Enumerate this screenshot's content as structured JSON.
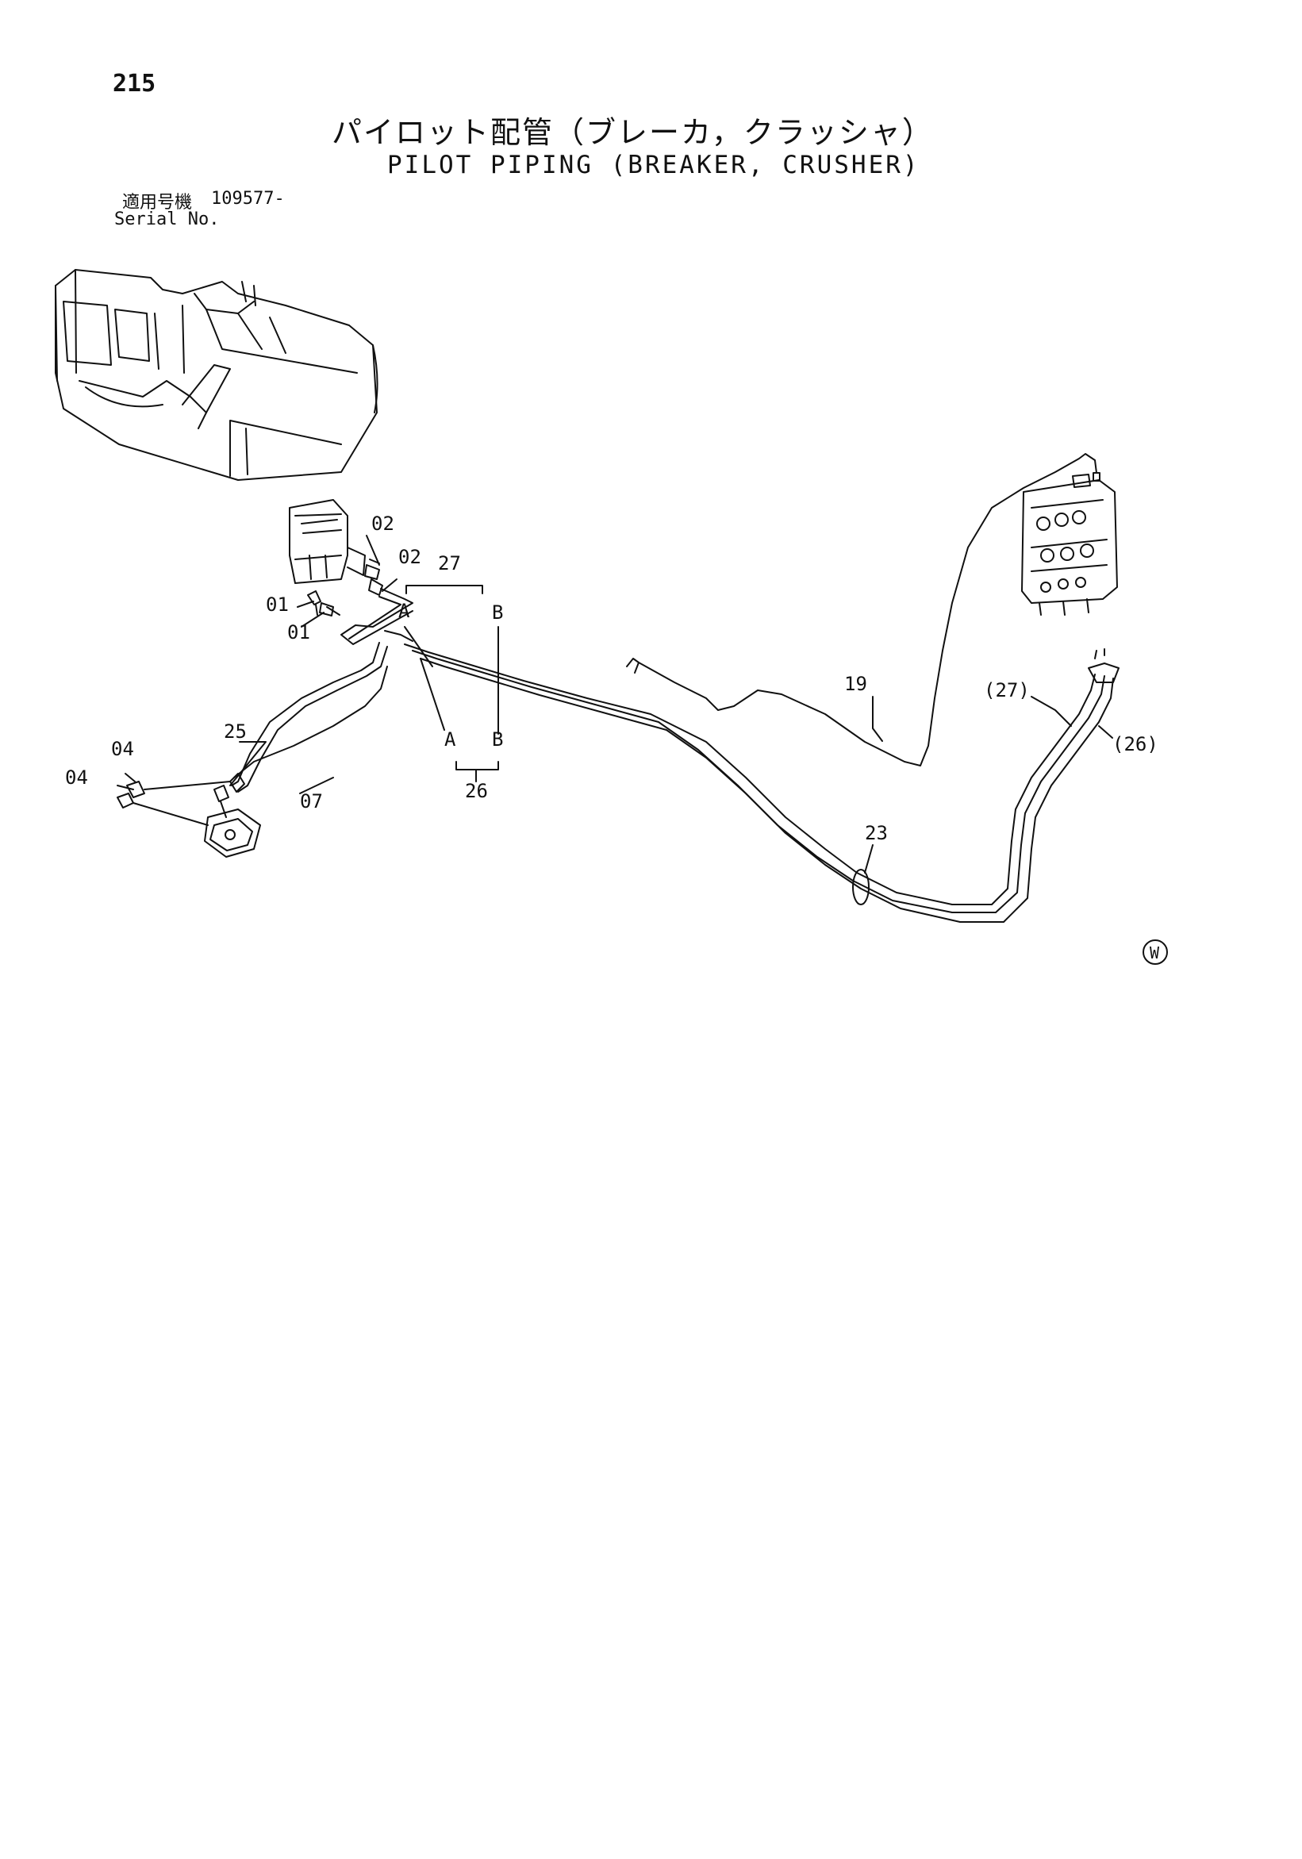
{
  "header": {
    "page_number": "215",
    "title_jp": "パイロット配管（ブレーカ，クラッシャ）",
    "title_en": "PILOT PIPING (BREAKER, CRUSHER)",
    "serial_label_jp": "適用号機",
    "serial_value": "109577-",
    "serial_label_en": "Serial No."
  },
  "callouts": {
    "c01a": "01",
    "c01b": "01",
    "c02a": "02",
    "c02b": "02",
    "c04a": "04",
    "c04b": "04",
    "c07": "07",
    "c19": "19",
    "c23": "23",
    "c25": "25",
    "c26": "26",
    "c27": "27",
    "c26p": "(26)",
    "c27p": "(27)",
    "port_a1": "A",
    "port_b1": "B",
    "port_a2": "A",
    "port_b2": "B"
  },
  "marks": {
    "w_mark": "W"
  },
  "colors": {
    "line": "#111111",
    "background": "#ffffff"
  }
}
